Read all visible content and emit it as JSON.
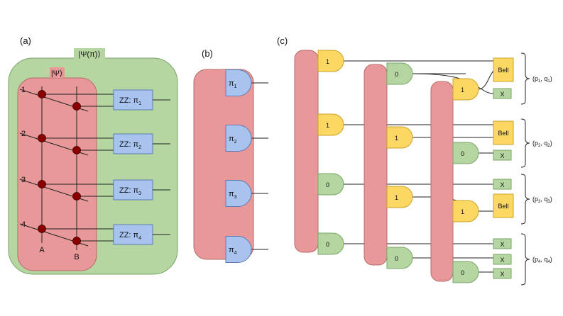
{
  "panel_labels": [
    "(a)",
    "(b)",
    "(c)"
  ],
  "panel_a": {
    "outer_state": "|Ψ(π)⟩",
    "inner_state": "|Ψ⟩",
    "qubit_numbers": [
      "1",
      "2",
      "3",
      "4"
    ],
    "column_labels": [
      "A",
      "B"
    ],
    "zz_prefix": "ZZ: π",
    "zz_subscripts": [
      "1",
      "2",
      "3",
      "4"
    ]
  },
  "panel_b": {
    "pi_symbol": "π",
    "subscripts": [
      "1",
      "2",
      "3",
      "4"
    ]
  },
  "panel_c": {
    "bits": {
      "col1": [
        "1",
        "1",
        "0",
        "0"
      ],
      "col2": [
        "0",
        "1",
        "1",
        "0"
      ],
      "col3": [
        "1",
        "0",
        "1",
        "0"
      ]
    },
    "ops": {
      "bell": "Bell",
      "x": "X"
    },
    "pairs": [
      {
        "p": "1",
        "q": "1"
      },
      {
        "p": "2",
        "q": "2"
      },
      {
        "p": "3",
        "q": "3"
      },
      {
        "p": "4",
        "q": "4"
      }
    ]
  },
  "colors": {
    "green": "#b5d5a1",
    "green_dark": "#7aa36a",
    "pink": "#e89898",
    "pink_dark": "#b86a6a",
    "blue": "#a8c3ee",
    "blue_dark": "#5b7bb5",
    "yellow": "#fbd764",
    "yellow_dark": "#c9a12a",
    "node": "#8b0000"
  }
}
